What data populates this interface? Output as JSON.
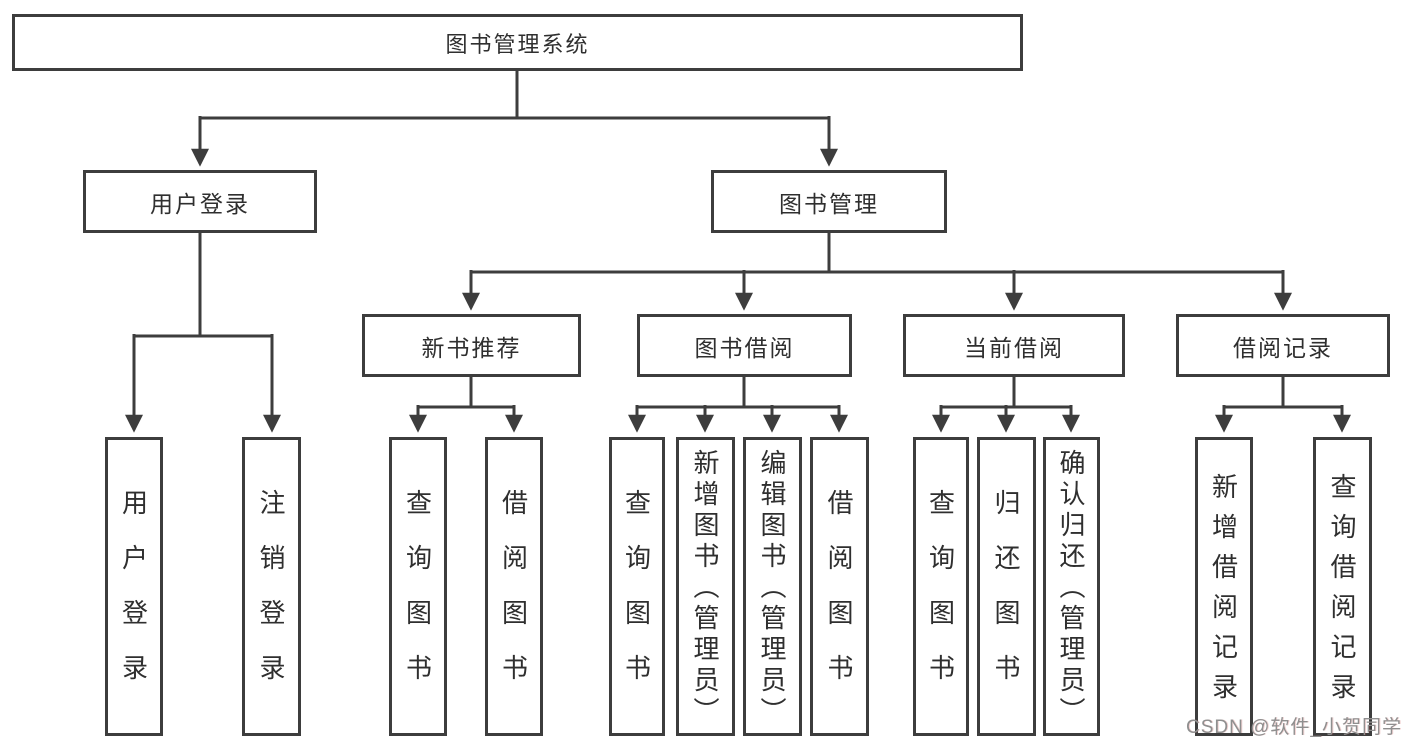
{
  "diagram": {
    "title": "图书管理系统",
    "level2": [
      {
        "label": "用户登录"
      },
      {
        "label": "图书管理"
      }
    ],
    "level3": [
      {
        "label": "新书推荐"
      },
      {
        "label": "图书借阅"
      },
      {
        "label": "当前借阅"
      },
      {
        "label": "借阅记录"
      }
    ],
    "leaves": {
      "user_login": [
        "用户登录",
        "注销登录"
      ],
      "new_book_recommend": [
        "查询图书",
        "借阅图书"
      ],
      "book_borrow": [
        "查询图书",
        "新增图书（管理员）",
        "编辑图书（管理员）",
        "借阅图书"
      ],
      "current_borrow": [
        "查询图书",
        "归还图书",
        "确认归还（管理员）"
      ],
      "borrow_record": [
        "新增借阅记录",
        "查询借阅记录"
      ]
    }
  },
  "watermark": "CSDN @软件_小贺同学",
  "colors": {
    "line": "#3d3d3d",
    "text": "#2f2f2f",
    "watermark": "#8f8f8f",
    "background": "#ffffff"
  }
}
